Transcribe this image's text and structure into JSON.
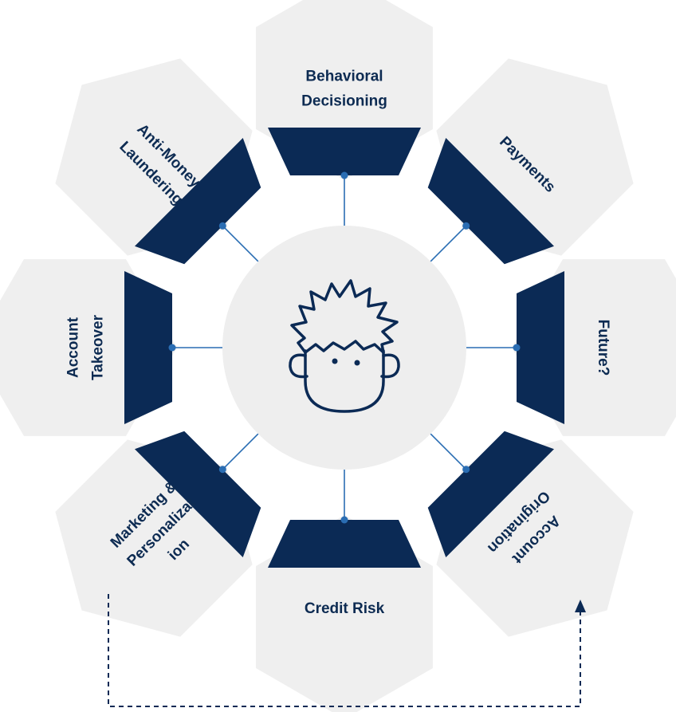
{
  "colors": {
    "navy": "#0b2a55",
    "hex_fill": "#efefef",
    "center_fill": "#eeeeee",
    "connector": "#2a6db3",
    "text": "#0d2b52",
    "arrow": "#0b2a55"
  },
  "center": {
    "icon": "person-face-icon"
  },
  "segments": [
    {
      "id": "behavioral-decisioning",
      "lines": [
        "Behavioral",
        "Decisioning"
      ]
    },
    {
      "id": "payments",
      "lines": [
        "Payments"
      ]
    },
    {
      "id": "future",
      "lines": [
        "Future?"
      ]
    },
    {
      "id": "account-origination",
      "lines": [
        "Account",
        "Origination"
      ]
    },
    {
      "id": "credit-risk",
      "lines": [
        "Credit Risk"
      ]
    },
    {
      "id": "marketing-personalization",
      "lines": [
        "Marketing &",
        "Personalizat",
        "ion"
      ]
    },
    {
      "id": "account-takeover",
      "lines": [
        "Account",
        "Takeover"
      ]
    },
    {
      "id": "anti-money-laundering",
      "lines": [
        "Anti-Money",
        "Laundering"
      ]
    }
  ],
  "flow_arrow": {
    "from": "marketing-personalization",
    "to": "account-origination",
    "style": "dashed"
  }
}
